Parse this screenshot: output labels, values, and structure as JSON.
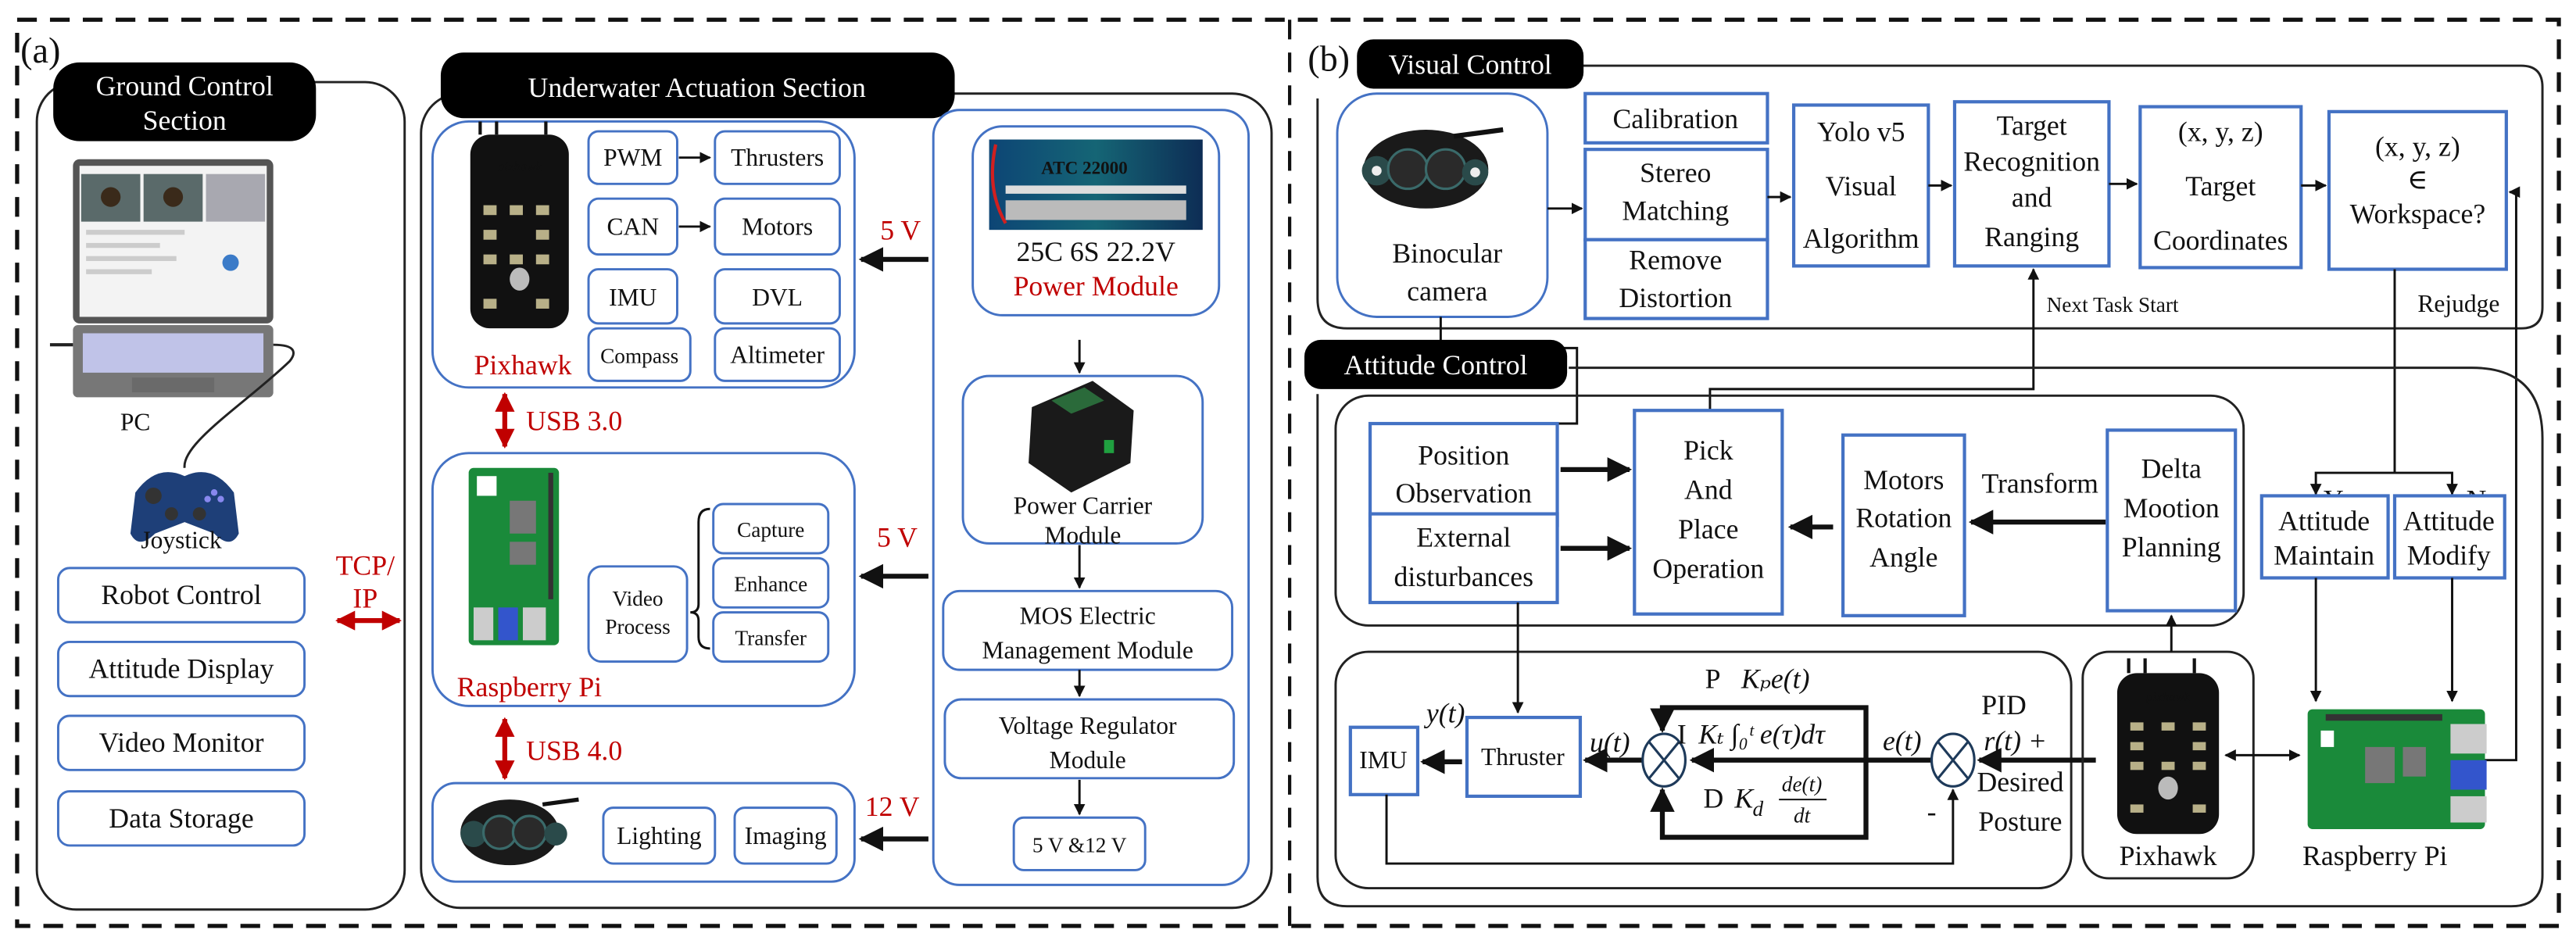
{
  "panel_a": {
    "label": "(a)",
    "ground_control": {
      "title_line1": "Ground Control",
      "title_line2": "Section",
      "pc_label": "PC",
      "joystick_label": "Joystick",
      "functions": [
        "Robot Control",
        "Attitude Display",
        "Video Monitor",
        "Data Storage"
      ]
    },
    "link": {
      "line1": "TCP/",
      "line2": "IP"
    },
    "underwater": {
      "title": "Underwater Actuation Section",
      "pixhawk": {
        "label": "Pixhawk",
        "rows": [
          {
            "left": "PWM",
            "right": "Thrusters",
            "arrow": true
          },
          {
            "left": "CAN",
            "right": "Motors",
            "arrow": true
          },
          {
            "left": "IMU",
            "right": "DVL",
            "arrow": false
          },
          {
            "left": "Compass",
            "right": "Altimeter",
            "arrow": false
          }
        ]
      },
      "usb1": "USB 3.0",
      "raspberry": {
        "label": "Raspberry Pi",
        "video_process_line1": "Video",
        "video_process_line2": "Process",
        "steps": [
          "Capture",
          "Enhance",
          "Transfer"
        ]
      },
      "usb2": "USB 4.0",
      "camera": {
        "functions": [
          "Lighting",
          "Imaging"
        ]
      },
      "voltages": {
        "pixhawk": "5 V",
        "raspberry": "5 V",
        "camera": "12 V"
      },
      "power": {
        "battery_spec": "25C 6S 22.2V",
        "battery_label": "Power Module",
        "battery_brand": "ATC 22000",
        "carrier_line1": "Power Carrier",
        "carrier_line2": "Module",
        "mos_line1": "MOS Electric",
        "mos_line2": "Management Module",
        "regulator_line1": "Voltage Regulator",
        "regulator_line2": "Module",
        "output": "5 V &12 V"
      }
    }
  },
  "panel_b": {
    "label": "(b)",
    "visual_control": {
      "title": "Visual Control",
      "camera_line1": "Binocular",
      "camera_line2": "camera",
      "preprocess": [
        {
          "line1": "Calibration",
          "line2": ""
        },
        {
          "line1": "Stereo",
          "line2": "Matching"
        },
        {
          "line1": "Remove",
          "line2": "Distortion"
        }
      ],
      "yolo": [
        "Yolo v5",
        "Visual",
        "Algorithm"
      ],
      "recognition": [
        "Target",
        "Recognition",
        "and",
        "Ranging"
      ],
      "coordinates": [
        "(x, y, z)",
        "Target",
        "Coordinates"
      ],
      "workspace": [
        "(x, y, z)",
        "∈",
        "Workspace?"
      ],
      "next_task": "Next Task Start",
      "rejudge": "Rejudge"
    },
    "attitude_control": {
      "title": "Attitude Control",
      "position_observation": [
        "Position",
        "Observation"
      ],
      "external_disturbances": [
        "External",
        "disturbances"
      ],
      "pick_place": [
        "Pick",
        "And",
        "Place",
        "Operation"
      ],
      "motors_angle": [
        "Motors",
        "Rotation",
        "Angle"
      ],
      "transform": "Transform",
      "delta_planning": [
        "Delta",
        "Mootion",
        "Planning"
      ],
      "yes": "Yes",
      "no": "No",
      "maintain": [
        "Attitude",
        "Maintain"
      ],
      "modify": [
        "Attitude",
        "Modify"
      ],
      "pid": {
        "title": "PID",
        "p_label": "P",
        "p_term": "Kₚe(t)",
        "i_label": "I",
        "i_term": "Kₜ ∫₀ᵗ e(τ)dτ",
        "d_label": "D",
        "d_term": "K_d de(t)/dt",
        "d_coef": "K",
        "d_sub": "d",
        "d_num": "de(t)",
        "d_den": "dt",
        "y": "y(t)",
        "u": "u(t)",
        "e": "e(t)",
        "r": "r(t) +",
        "minus": "-",
        "desired_line1": "Desired",
        "desired_line2": "Posture",
        "imu": "IMU",
        "thruster": "Thruster"
      },
      "pixhawk_label": "Pixhawk",
      "raspberry_label": "Raspberry Pi"
    }
  },
  "colors": {
    "box_border": "#4472c4",
    "accent_red": "#c00000",
    "header_bg": "#000000"
  }
}
